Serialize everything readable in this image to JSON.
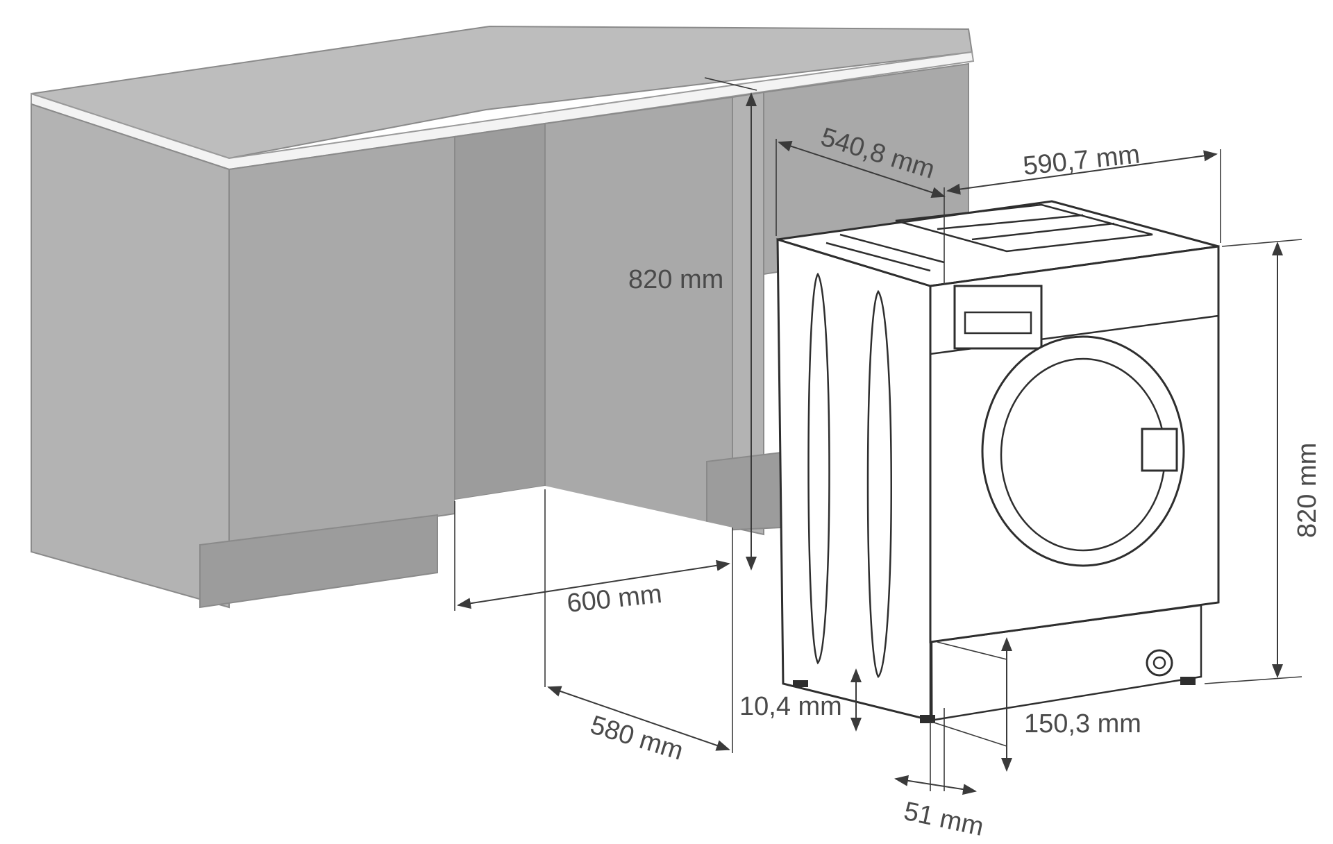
{
  "diagram": {
    "dimensions": {
      "cabinet_height": "820 mm",
      "cabinet_width": "600 mm",
      "cabinet_depth": "580 mm",
      "machine_depth": "540,8 mm",
      "machine_width": "590,7 mm",
      "machine_height": "820 mm",
      "foot_height": "10,4 mm",
      "plinth_depth": "150,3 mm",
      "front_offset": "51 mm"
    }
  }
}
